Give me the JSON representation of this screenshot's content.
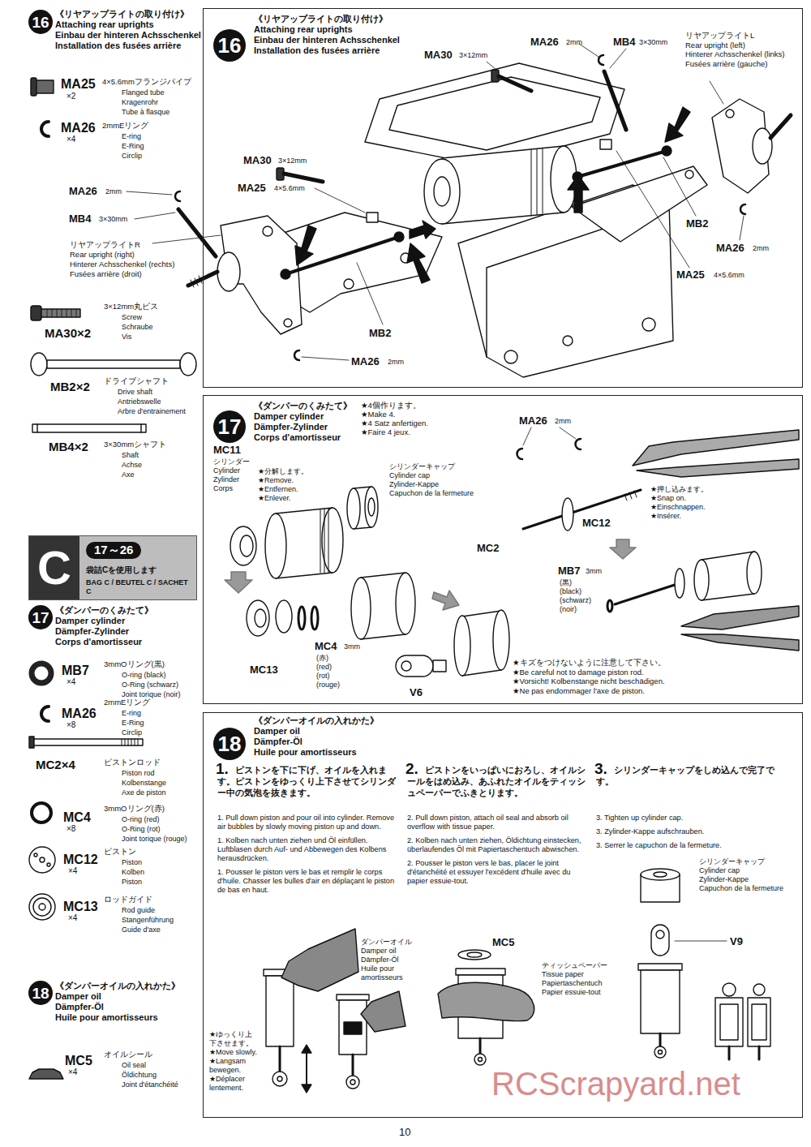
{
  "diagram": {
    "nodes": [
      {
        "text": [
          "16"
        ]
      },
      {
        "text": [
          "C",
          "17～26",
          "袋詰Cを使用します",
          "BAG C / BEUTEL C / SACHET C"
        ]
      },
      {
        "text": [
          "17"
        ]
      },
      {
        "text": [
          "18"
        ]
      },
      {
        "text": [
          "《リヤアップライトの取り付け》",
          "Attaching rear uprights",
          "Einbau der hinteren Achsschenkel",
          "Installation des fusées arrière"
        ]
      },
      {
        "text": [
          "16"
        ],
        "in": 4
      },
      {
        "text": [
          "《ダンパーのくみたて》",
          "Damper cylinder",
          "Dämpfer-Zylinder",
          "Corps d'amortisseur"
        ]
      },
      {
        "text": [
          "17"
        ],
        "in": 6
      },
      {
        "text": [
          "《ダンパーオイルの入れかた》",
          "Damper oil",
          "Dämpfer-Öl",
          "Huile pour amortisseurs"
        ]
      },
      {
        "text": [
          "18"
        ],
        "in": 8
      }
    ],
    "labels": [
      "《リヤアップライトの取り付け》",
      "Attaching rear uprights",
      "Einbau der hinteren Achsschenkel",
      "Installation des fusées arrière",
      "MA25",
      "×2",
      "4×5.6mmフランジパイプ",
      "Flanged tube",
      "Kragenrohr",
      "Tube à flasque",
      "MA26",
      "×4",
      "2mmEリング",
      "E-ring",
      "E-Ring",
      "Circlip",
      "MA26",
      "2mm",
      "MB4",
      "3×30mm",
      "リヤアップライトR",
      "Rear upright (right)",
      "Hinterer Achsschenkel (rechts)",
      "Fusées arrière (droit)",
      "3×12mm丸ビス",
      "Screw",
      "Schraube",
      "Vis",
      "MA30×2",
      "MB2×2",
      "ドライブシャフト",
      "Drive shaft",
      "Antriebswelle",
      "Arbre d'entrainement",
      "MB4×2",
      "3×30mmシャフト",
      "Shaft",
      "Achse",
      "Axe",
      "《ダンパーのくみたて》",
      "Damper cylinder",
      "Dämpfer-Zylinder",
      "Corps d'amortisseur",
      "MB7",
      "×4",
      "3mmOリング(黒)",
      "O-ring (black)",
      "O-Ring (schwarz)",
      "Joint torique (noir)",
      "MA26",
      "×8",
      "2mmEリング",
      "E-ring",
      "E-Ring",
      "Circlip",
      "MC2×4",
      "ピストンロッド",
      "Piston rod",
      "Kolbenstange",
      "Axe de piston",
      "MC4",
      "×8",
      "3mmOリング(赤)",
      "O-ring (red)",
      "O-Ring (rot)",
      "Joint torique (rouge)",
      "MC12",
      "×4",
      "ピストン",
      "Piston",
      "Kolben",
      "Piston",
      "MC13",
      "×4",
      "ロッドガイド",
      "Rod guide",
      "Stangenführung",
      "Guide d'axe",
      "《ダンパーオイルの入れかた》",
      "Damper oil",
      "Dämpfer-Öl",
      "Huile pour amortisseurs",
      "MC5",
      "×4",
      "オイルシール",
      "Oil seal",
      "Öldichtung",
      "Joint d'étanchéité",
      "MA30",
      "3×12mm",
      "MA26",
      "2mm",
      "MB4",
      "3×30mm",
      "リヤアップライトL",
      "Rear upright (left)",
      "Hinterer Achsschenkel (links)",
      "Fusées arrière (gauche)",
      "MA30",
      "3×12mm",
      "MA25",
      "4×5.6mm",
      "MB2",
      "MA26",
      "2mm",
      "MB2",
      "MA26",
      "2mm",
      "MA25",
      "4×5.6mm",
      "★4個作ります。",
      "★Make 4.",
      "★4 Satz anfertigen.",
      "★Faire 4 jeux.",
      "MC11",
      "シリンダー",
      "Cylinder",
      "Zylinder",
      "Corps",
      "★分解します。",
      "★Remove.",
      "★Entfernen.",
      "★Enlever.",
      "シリンダーキャップ",
      "Cylinder cap",
      "Zylinder-Kappe",
      "Capuchon de la fermeture",
      "MA26",
      "2mm",
      "MC12",
      "MC2",
      "★押し込みます。",
      "★Snap on.",
      "★Einschnappen.",
      "★Insérer.",
      "MB7",
      "3mm",
      "(黒)",
      "(black)",
      "(schwarz)",
      "(noir)",
      "MC4",
      "3mm",
      "(赤)",
      "(red)",
      "(rot)",
      "(rouge)",
      "MC13",
      "V6",
      "★キズをつけないように注意して下さい。",
      "★Be careful not to damage piston rod.",
      "★Vorsicht! Kolbenstange nicht beschädigen.",
      "★Ne pas endommager l'axe de piston.",
      "1.",
      "ピストンを下に下げ、オイルを入れます。ピストンをゆっくり上下させてシリンダー中の気泡を抜きます。",
      "1. Pull down piston and pour oil into cylinder. Remove air bubbles by slowly moving piston up and down.",
      "1. Kolben nach unten ziehen und Öl einfüllen. Luftblasen durch Auf- und Abbewegen des Kolbens herausdrücken.",
      "1. Pousser le piston vers le bas et remplir le corps d'huile. Chasser les bulles d'air en déplaçant le piston de bas en haut.",
      "2.",
      "ピストンをいっぱいにおろし、オイルシールをはめ込み、あふれたオイルをティッシュペーパーでふきとります。",
      "2. Pull down piston, attach oil seal and absorb oil overflow with tissue paper.",
      "2. Kolben nach unten ziehen, Öldichtung einstecken, überlaufendes Öl mit Papiertaschentuch abwischen.",
      "2. Pousser le piston vers le bas, placer le joint d'étanchéité et essuyer l'excédent d'huile avec du papier essuie-tout.",
      "3.",
      "シリンダーキャップをしめ込んで完了です。",
      "3. Tighten up cylinder cap.",
      "3. Zylinder-Kappe aufschrauben.",
      "3. Serrer le capuchon de la fermeture.",
      "ダンパーオイル",
      "Damper oil",
      "Dämpfer-Öl",
      "Huile pour amortisseurs",
      "★ゆっくり上下させます。",
      "★Move slowly.",
      "★Langsam bewegen.",
      "★Déplacer lentement.",
      "MC5",
      "ティッシュペーパー",
      "Tissue paper",
      "Papiertaschentuch",
      "Papier essuie-tout",
      "シリンダーキャップ",
      "Cylinder cap",
      "Zylinder-Kappe",
      "Capuchon de la fermeture",
      "V9",
      "10",
      "RCScrapyard.net"
    ]
  }
}
